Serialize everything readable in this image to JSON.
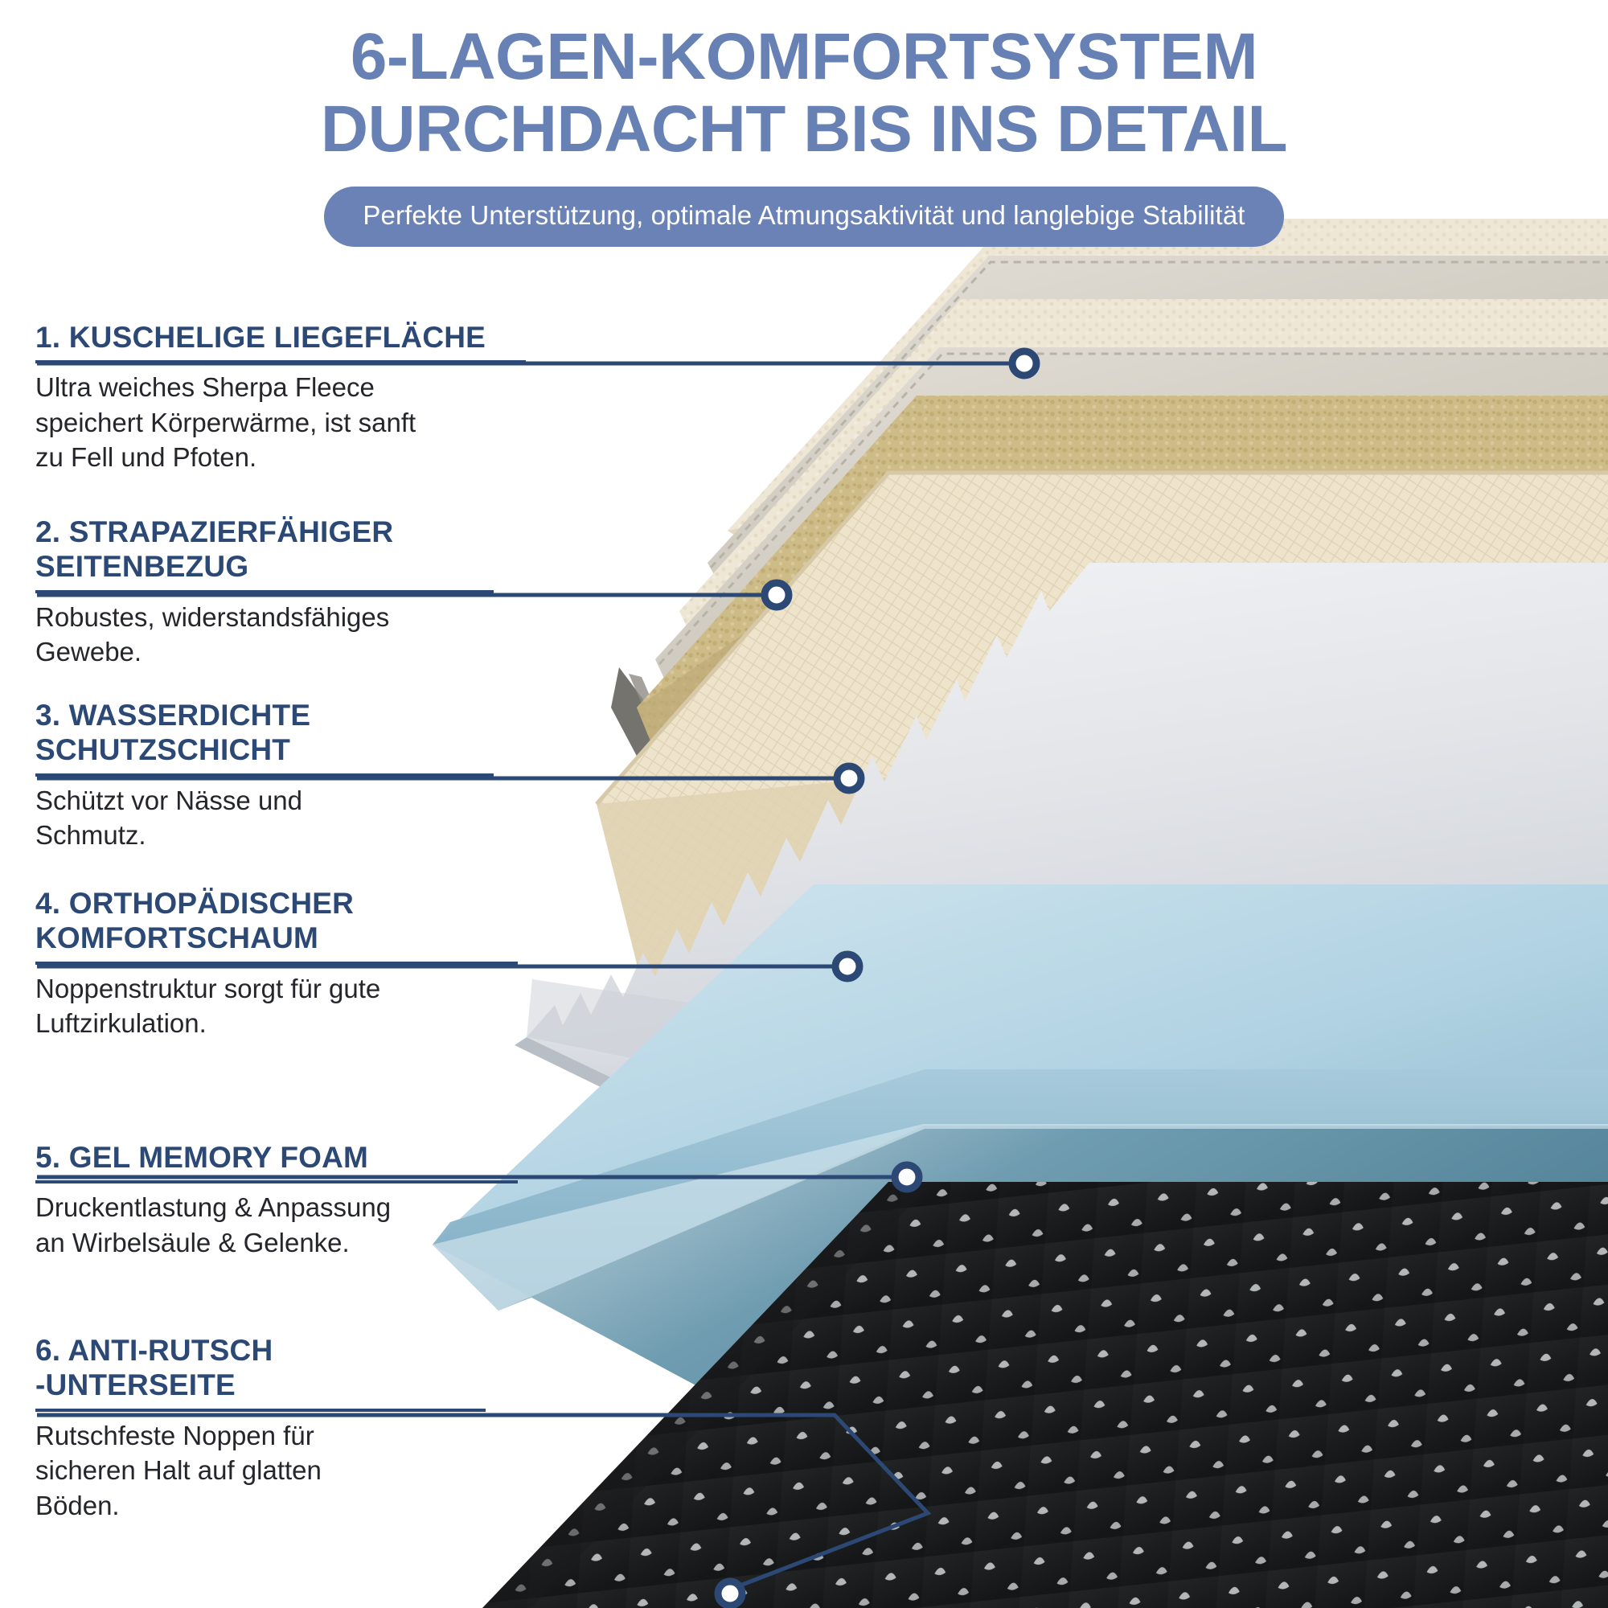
{
  "header": {
    "title_line_1": "6-LAGEN-KOMFORTSYSTEM",
    "title_line_2": "DURCHDACHT BIS INS DETAIL",
    "subtitle": "Perfekte Unterstützung, optimale Atmungsaktivität und langlebige Stabilität"
  },
  "colors": {
    "title_blue": "#6781b4",
    "pill_blue": "#6b82b6",
    "callout_blue": "#2c4975",
    "body_text": "#24262b",
    "background": "#ffffff",
    "layer_sherpa_cream": "#efe6d4",
    "layer_side_fabric_grey": "#d9d4cb",
    "layer_waterproof_tan": "#ccb986",
    "layer_comfort_foam_beige": "#e9ddc3",
    "layer_egg_foam_white": "#e2e4e8",
    "layer_gel_blue": "#a9cfe0",
    "layer_antislip_black": "#1b1b1b",
    "antislip_nub_grey": "#b4b7b8"
  },
  "callouts": [
    {
      "index": "1.",
      "title": "1.  KUSCHELIGE LIEGEFLÄCHE",
      "body": "Ultra weiches Sherpa Fleece\nspeichert Körperwärme, ist sanft\nzu Fell und Pfoten."
    },
    {
      "index": "2.",
      "title": "2. STRAPAZIERFÄHIGER\nSEITENBEZUG",
      "body": "Robustes, widerstandsfähiges\nGewebe."
    },
    {
      "index": "3.",
      "title": "3. WASSERDICHTE\nSCHUTZSCHICHT",
      "body": "Schützt vor Nässe und\nSchmutz."
    },
    {
      "index": "4.",
      "title": "4. ORTHOPÄDISCHER\nKOMFORTSCHAUM",
      "body": "Noppenstruktur sorgt für gute\nLuftzirkulation."
    },
    {
      "index": "5.",
      "title": "5. GEL MEMORY FOAM",
      "body": "Druckentlastung &  Anpassung\nan Wirbelsäule & Gelenke."
    },
    {
      "index": "6.",
      "title": "6. ANTI-RUTSCH\n-UNTERSEITE",
      "body": "Rutschfeste Noppen für\nsicheren Halt auf glatten\nBöden."
    }
  ]
}
